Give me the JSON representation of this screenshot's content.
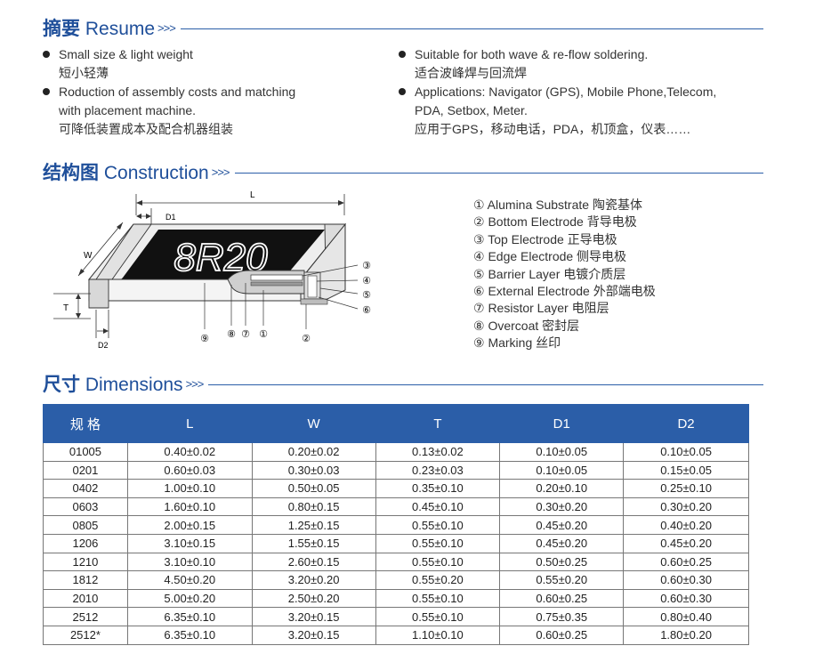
{
  "resume": {
    "title_cn": "摘要",
    "title_en": "Resume",
    "arrows": ">>>",
    "features_left": [
      {
        "en": "Small size & light weight",
        "en2": "",
        "cn": "短小轻薄"
      },
      {
        "en": "Roduction of assembly costs and matching",
        "en2": "with placement machine.",
        "cn": "可降低装置成本及配合机器组装"
      }
    ],
    "features_right": [
      {
        "en": "Suitable for both wave & re-flow soldering.",
        "en2": "",
        "cn": "适合波峰焊与回流焊"
      },
      {
        "en": "Applications: Navigator (GPS), Mobile Phone,Telecom,",
        "en2": "PDA, Setbox, Meter.",
        "cn": "应用于GPS，移动电话，PDA，机顶盒，仪表……"
      }
    ]
  },
  "construction": {
    "title_cn": "结构图",
    "title_en": "Construction",
    "arrows": ">>>",
    "diagram": {
      "marking_text": "8R20",
      "dim_labels": {
        "L": "L",
        "W": "W",
        "T": "T",
        "D1": "D1",
        "D2": "D2"
      },
      "callouts": [
        "③",
        "④",
        "⑤",
        "⑥",
        "⑨",
        "⑧",
        "⑦",
        "①",
        "②"
      ]
    },
    "legend": [
      "① Alumina Substrate 陶瓷基体",
      "② Bottom Electrode 背导电极",
      "③ Top Electrode  正导电极",
      "④ Edge Electrode 侧导电极",
      "⑤ Barrier Layer 电镀介质层",
      "⑥ External Electrode 外部端电极",
      "⑦ Resistor Layer 电阻层",
      "⑧ Overcoat 密封层",
      "⑨ Marking 丝印"
    ]
  },
  "dimensions": {
    "title_cn": "尺寸",
    "title_en": "Dimensions",
    "arrows": ">>>",
    "headers": [
      "规 格",
      "L",
      "W",
      "T",
      "D1",
      "D2"
    ],
    "rows": [
      [
        "01005",
        "0.40±0.02",
        "0.20±0.02",
        "0.13±0.02",
        "0.10±0.05",
        "0.10±0.05"
      ],
      [
        "0201",
        "0.60±0.03",
        "0.30±0.03",
        "0.23±0.03",
        "0.10±0.05",
        "0.15±0.05"
      ],
      [
        "0402",
        "1.00±0.10",
        "0.50±0.05",
        "0.35±0.10",
        "0.20±0.10",
        "0.25±0.10"
      ],
      [
        "0603",
        "1.60±0.10",
        "0.80±0.15",
        "0.45±0.10",
        "0.30±0.20",
        "0.30±0.20"
      ],
      [
        "0805",
        "2.00±0.15",
        "1.25±0.15",
        "0.55±0.10",
        "0.45±0.20",
        "0.40±0.20"
      ],
      [
        "1206",
        "3.10±0.15",
        "1.55±0.15",
        "0.55±0.10",
        "0.45±0.20",
        "0.45±0.20"
      ],
      [
        "1210",
        "3.10±0.10",
        "2.60±0.15",
        "0.55±0.10",
        "0.50±0.25",
        "0.60±0.25"
      ],
      [
        "1812",
        "4.50±0.20",
        "3.20±0.20",
        "0.55±0.20",
        "0.55±0.20",
        "0.60±0.30"
      ],
      [
        "2010",
        "5.00±0.20",
        "2.50±0.20",
        "0.55±0.10",
        "0.60±0.25",
        "0.60±0.30"
      ],
      [
        "2512",
        "6.35±0.10",
        "3.20±0.15",
        "0.55±0.10",
        "0.75±0.35",
        "0.80±0.40"
      ],
      [
        "2512*",
        "6.35±0.10",
        "3.20±0.15",
        "1.10±0.10",
        "0.60±0.25",
        "1.80±0.20"
      ]
    ]
  }
}
